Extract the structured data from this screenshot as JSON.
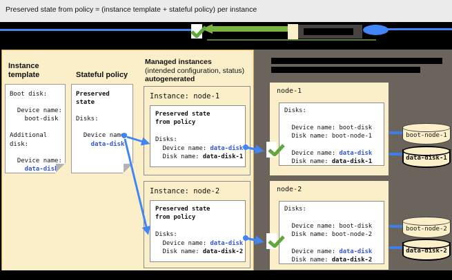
{
  "title": "Preserved state from policy = (instance template + stateful policy) per instance",
  "colors": {
    "accent_blue": "#4285F4",
    "link_text_blue": "#3355D1",
    "check_green": "#62A73C",
    "legend_green": "#7CB342",
    "panel_cream": "#FBEFC9",
    "panel_dark": "#6A645C"
  },
  "icons": {
    "checkmark_icon": "✓",
    "disk_icon": "cylinder-shape",
    "legend_arrow_icon": "left-arrow-bar",
    "document_icon": "dog-ear-page"
  },
  "left": {
    "header1": "Instance template",
    "header2": "Stateful policy",
    "doc1": {
      "l0": "Boot disk:",
      "l1": "",
      "l2": "  Device name:",
      "l3": "    boot-disk",
      "l4": "",
      "l5": "Additional",
      "l6": "disk:",
      "l7": "",
      "l8": "  Device name:",
      "l9": "    data-disk"
    },
    "doc2": {
      "t0": "Preserved",
      "t1": "state",
      "l0": "",
      "l1": "Disks:",
      "l2": "",
      "l3": "  Device name:",
      "l4": "    data-disk"
    }
  },
  "managed": {
    "header_line1": "Managed instances",
    "header_line2": "(intended configuration, status)",
    "header_line3": "autogenerated",
    "node1": {
      "label": "Instance: node-1",
      "box_title1": "Preserved state",
      "box_title2": "from policy",
      "disks": "Disks:",
      "device_prefix": "  Device name: ",
      "device_value": "data-disk",
      "disk_prefix": "  Disk name: ",
      "disk_value": "data-disk-1"
    },
    "node2": {
      "label": "Instance: node-2",
      "box_title1": "Preserved state",
      "box_title2": "from policy",
      "disks": "Disks:",
      "device_prefix": "  Device name: ",
      "device_value": "data-disk",
      "disk_prefix": "  Disk name: ",
      "disk_value": "data-disk-2"
    }
  },
  "actual": {
    "node1": {
      "label": "node-1",
      "disks": "Disks:",
      "boot_device_line": "  Device name: boot-disk",
      "boot_disk_line": "  Disk name: boot-node-1",
      "device_prefix": "  Device name: ",
      "device_value": "data-disk",
      "disk_prefix": "  Disk name: ",
      "disk_value": "data-disk-1",
      "boot_cylinder": "boot-node-1",
      "data_cylinder": "data-disk-1"
    },
    "node2": {
      "label": "node-2",
      "disks": "Disks:",
      "boot_device_line": "  Device name: boot-disk",
      "boot_disk_line": "  Disk name: boot-node-2",
      "device_prefix": "  Device name: ",
      "device_value": "data-disk",
      "disk_prefix": "  Disk name: ",
      "disk_value": "data-disk-2",
      "boot_cylinder": "boot-node-2",
      "data_cylinder": "data-disk-2"
    }
  }
}
